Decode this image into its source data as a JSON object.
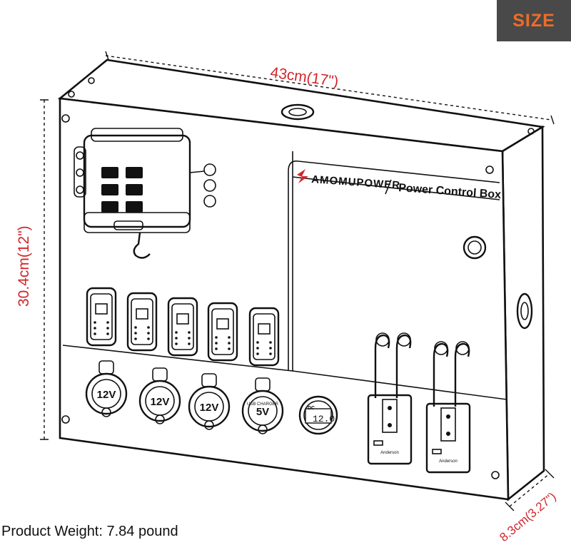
{
  "badge": {
    "label": "SIZE",
    "bg_color": "#494949",
    "text_color": "#f06c28"
  },
  "dimensions": {
    "width": "43cm(17\")",
    "height": "30.4cm(12\")",
    "depth": "8.3cm(3.27\")",
    "color": "#d0262b"
  },
  "panel": {
    "brand": "AMOMUPOWER",
    "title": "Power Control Box",
    "sockets": [
      "12V",
      "12V",
      "12V",
      "5V"
    ],
    "usb_label": "USB CHARGER",
    "voltmeter": {
      "label": "DC",
      "reading": "12.0"
    },
    "rocker_switch_count": 5,
    "connectors": [
      "Anderson",
      "Anderson"
    ]
  },
  "footer": {
    "weight_label": "Product Weight: 7.84 pound"
  }
}
